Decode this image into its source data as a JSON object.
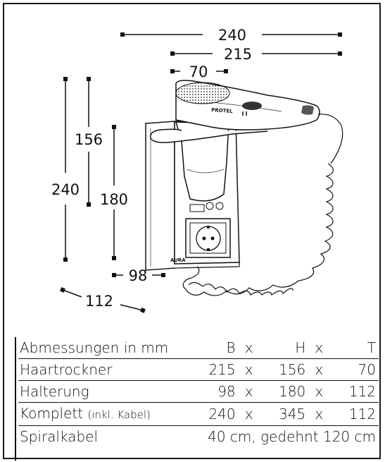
{
  "dimensions": {
    "top_width_1": "240",
    "top_width_2": "215",
    "nozzle": "70",
    "left_height_total": "240",
    "left_height_dryer": "156",
    "holder_height": "180",
    "holder_width": "98",
    "depth": "112"
  },
  "product": {
    "brand_label": "PROTEL",
    "plate_label": "AURA"
  },
  "table": {
    "header": {
      "label": "Abmessungen in mm",
      "b": "B",
      "x1": "x",
      "h": "H",
      "x2": "x",
      "t": "T"
    },
    "rows": [
      {
        "label": "Haartrockner",
        "b": "215",
        "x1": "x",
        "h": "156",
        "x2": "x",
        "t": "70"
      },
      {
        "label": "Halterung",
        "b": "98",
        "x1": "x",
        "h": "180",
        "x2": "x",
        "t": "112"
      },
      {
        "label": "Komplett",
        "label_note": "(inkl. Kabel)",
        "b": "240",
        "x1": "x",
        "h": "345",
        "x2": "x",
        "t": "112"
      }
    ],
    "cable": {
      "label": "Spiralkabel",
      "value": "40 cm, gedehnt 120 cm"
    }
  }
}
